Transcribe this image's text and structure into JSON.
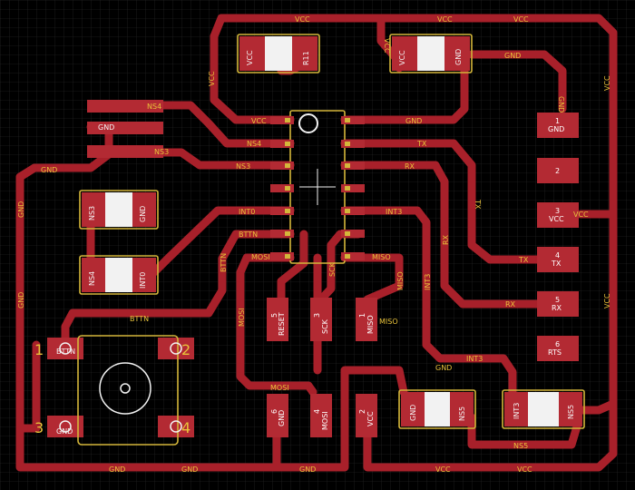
{
  "nets": {
    "vcc": "VCC",
    "gnd": "GND",
    "tx": "TX",
    "rx": "RX",
    "int0": "INT0",
    "int3": "INT3",
    "btn": "BTTN",
    "ns3": "NS3",
    "ns4": "NS4",
    "ns5": "NS5",
    "mosi": "MOSI",
    "miso": "MISO",
    "sck": "SCK",
    "reset": "RESET",
    "r11": "R11"
  },
  "header": {
    "pins": [
      {
        "num": "1",
        "name": "GND"
      },
      {
        "num": "2",
        "name": ""
      },
      {
        "num": "3",
        "name": "VCC"
      },
      {
        "num": "4",
        "name": "TX"
      },
      {
        "num": "5",
        "name": "RX"
      },
      {
        "num": "6",
        "name": "RTS"
      }
    ]
  },
  "isp": {
    "pins": [
      {
        "num": "5",
        "name": "RESET"
      },
      {
        "num": "3",
        "name": "SCK"
      },
      {
        "num": "1",
        "name": "MISO"
      },
      {
        "num": "6",
        "name": "GND"
      },
      {
        "num": "4",
        "name": "MOSI"
      },
      {
        "num": "2",
        "name": "VCC"
      }
    ]
  },
  "button": {
    "corner1": "1",
    "corner2": "2",
    "corner3": "3",
    "corner4": "4",
    "net_btn": "BTTN",
    "net_gnd": "GND"
  },
  "colors": {
    "trace": "#a8202a",
    "pad": "#b32a33",
    "silk": "#d4b63a",
    "grid": "#3a3a3a"
  }
}
